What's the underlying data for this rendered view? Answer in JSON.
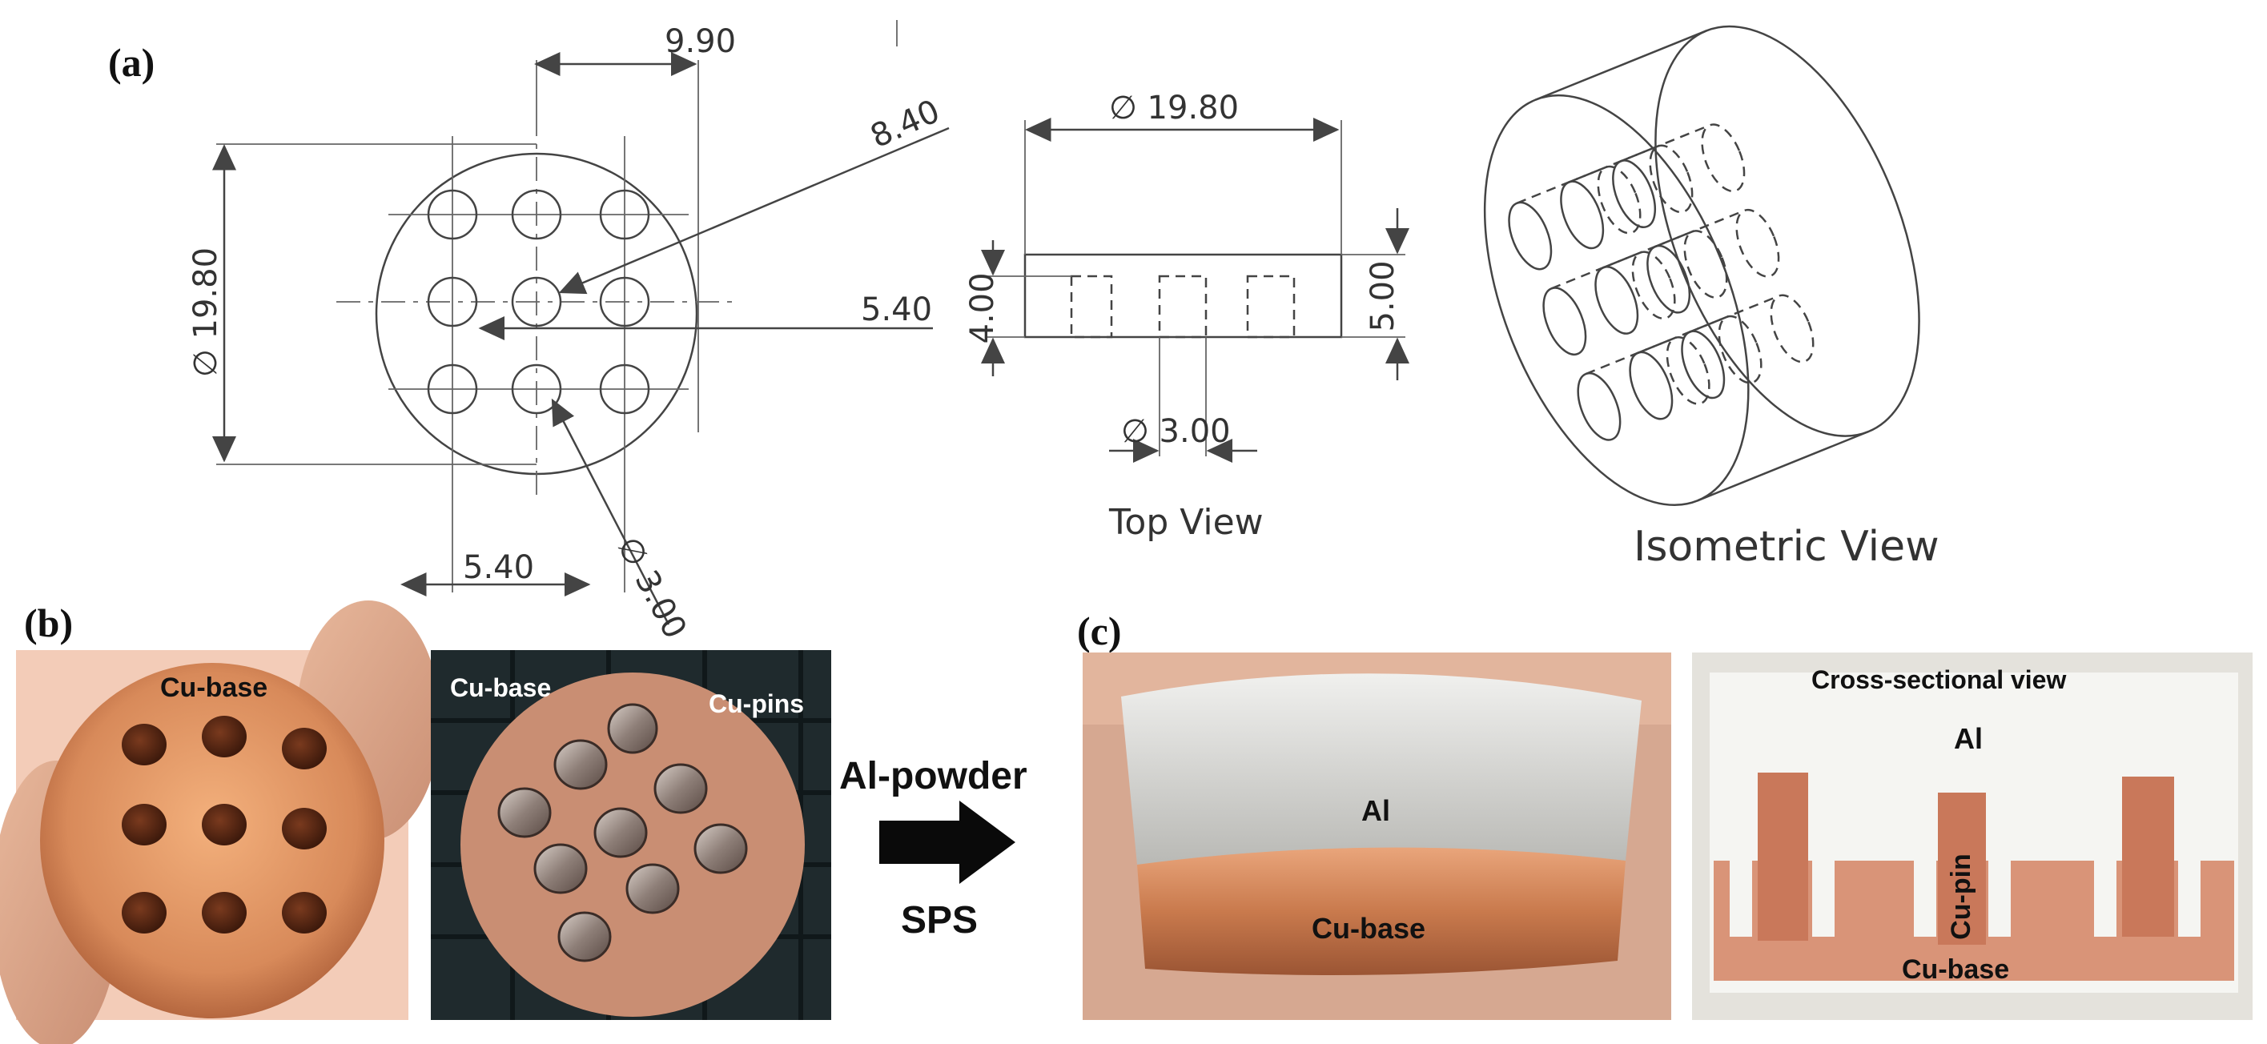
{
  "panels": {
    "a": "(a)",
    "b": "(b)",
    "c": "(c)"
  },
  "drawing": {
    "dims": {
      "pin_spacing_top": "9.90",
      "diag": "8.40",
      "diameter_left": "∅ 19.80",
      "pitch_right": "5.40",
      "pitch_bottom": "5.40",
      "hole_dia": "∅ 3.00",
      "top_diameter": "∅ 19.80",
      "height_left": "4.00",
      "height_right": "5.00",
      "top_hole": "∅ 3.00"
    },
    "top_view_label": "Top View",
    "iso_view_label": "Isometric View"
  },
  "photos": {
    "b1_label": "Cu-base",
    "b2_label_base": "Cu-base",
    "b2_label_pins": "Cu-pins",
    "process_top": "Al-powder",
    "process_bottom": "SPS",
    "c1_al": "Al",
    "c1_base": "Cu-base",
    "c2_title": "Cross-sectional view",
    "c2_al": "Al",
    "c2_pin": "Cu-pin",
    "c2_base": "Cu-base"
  },
  "colors": {
    "copper": "#d88a5a",
    "copper_dark": "#a85a35",
    "aluminum": "#d9d9d6",
    "dark_bg": "#1f2a2d"
  }
}
